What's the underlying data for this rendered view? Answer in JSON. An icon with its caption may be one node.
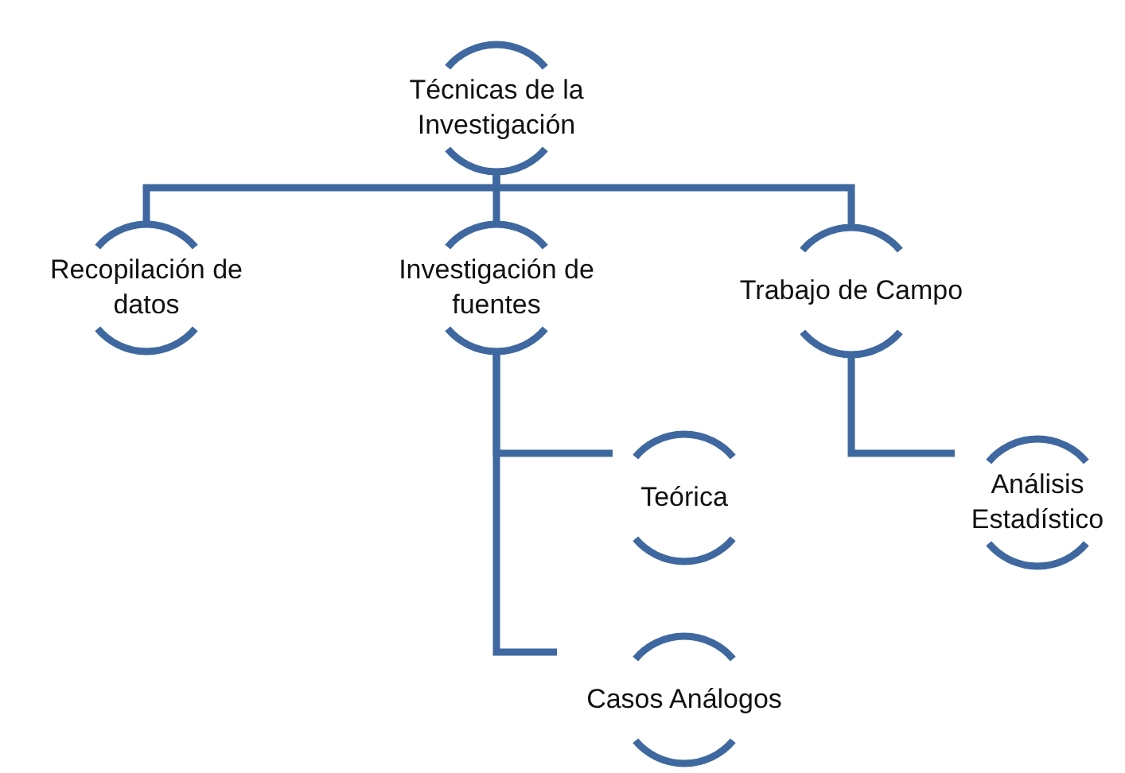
{
  "diagram": {
    "nodes": [
      {
        "text": [
          "Técnicas de la Investigación"
        ]
      },
      {
        "text": [
          "Recopilación de datos"
        ]
      },
      {
        "text": [
          "Investigación de fuentes"
        ]
      },
      {
        "text": [
          "Trabajo de Campo"
        ]
      },
      {
        "text": [
          "Teórica"
        ]
      },
      {
        "text": [
          "Análisis Estadístico"
        ]
      },
      {
        "text": [
          "Casos Análogos"
        ]
      }
    ],
    "edges": [
      {
        "from": 0,
        "to": 1,
        "arrow": "none"
      },
      {
        "from": 0,
        "to": 2,
        "arrow": "none"
      },
      {
        "from": 0,
        "to": 3,
        "arrow": "none"
      },
      {
        "from": 2,
        "to": 4,
        "arrow": "none"
      },
      {
        "from": 2,
        "to": 6,
        "arrow": "none"
      },
      {
        "from": 3,
        "to": 5,
        "arrow": "none"
      }
    ]
  }
}
